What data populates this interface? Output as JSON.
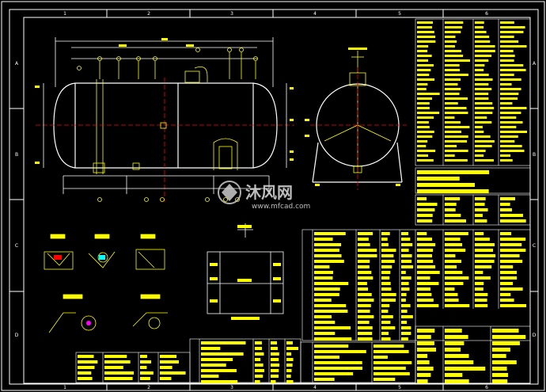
{
  "frame": {
    "columns": [
      "1",
      "2",
      "3",
      "4",
      "5",
      "6"
    ],
    "rows": [
      "A",
      "B",
      "C",
      "D"
    ]
  },
  "watermark": {
    "brand": "沐风网",
    "url": "www.mfcad.com"
  },
  "colors": {
    "background": "#000000",
    "line": "#ffffff",
    "text_block": "#ffff00",
    "centerline": "#ff0000",
    "accent": "#00ffff",
    "highlight": "#ff00ff"
  }
}
